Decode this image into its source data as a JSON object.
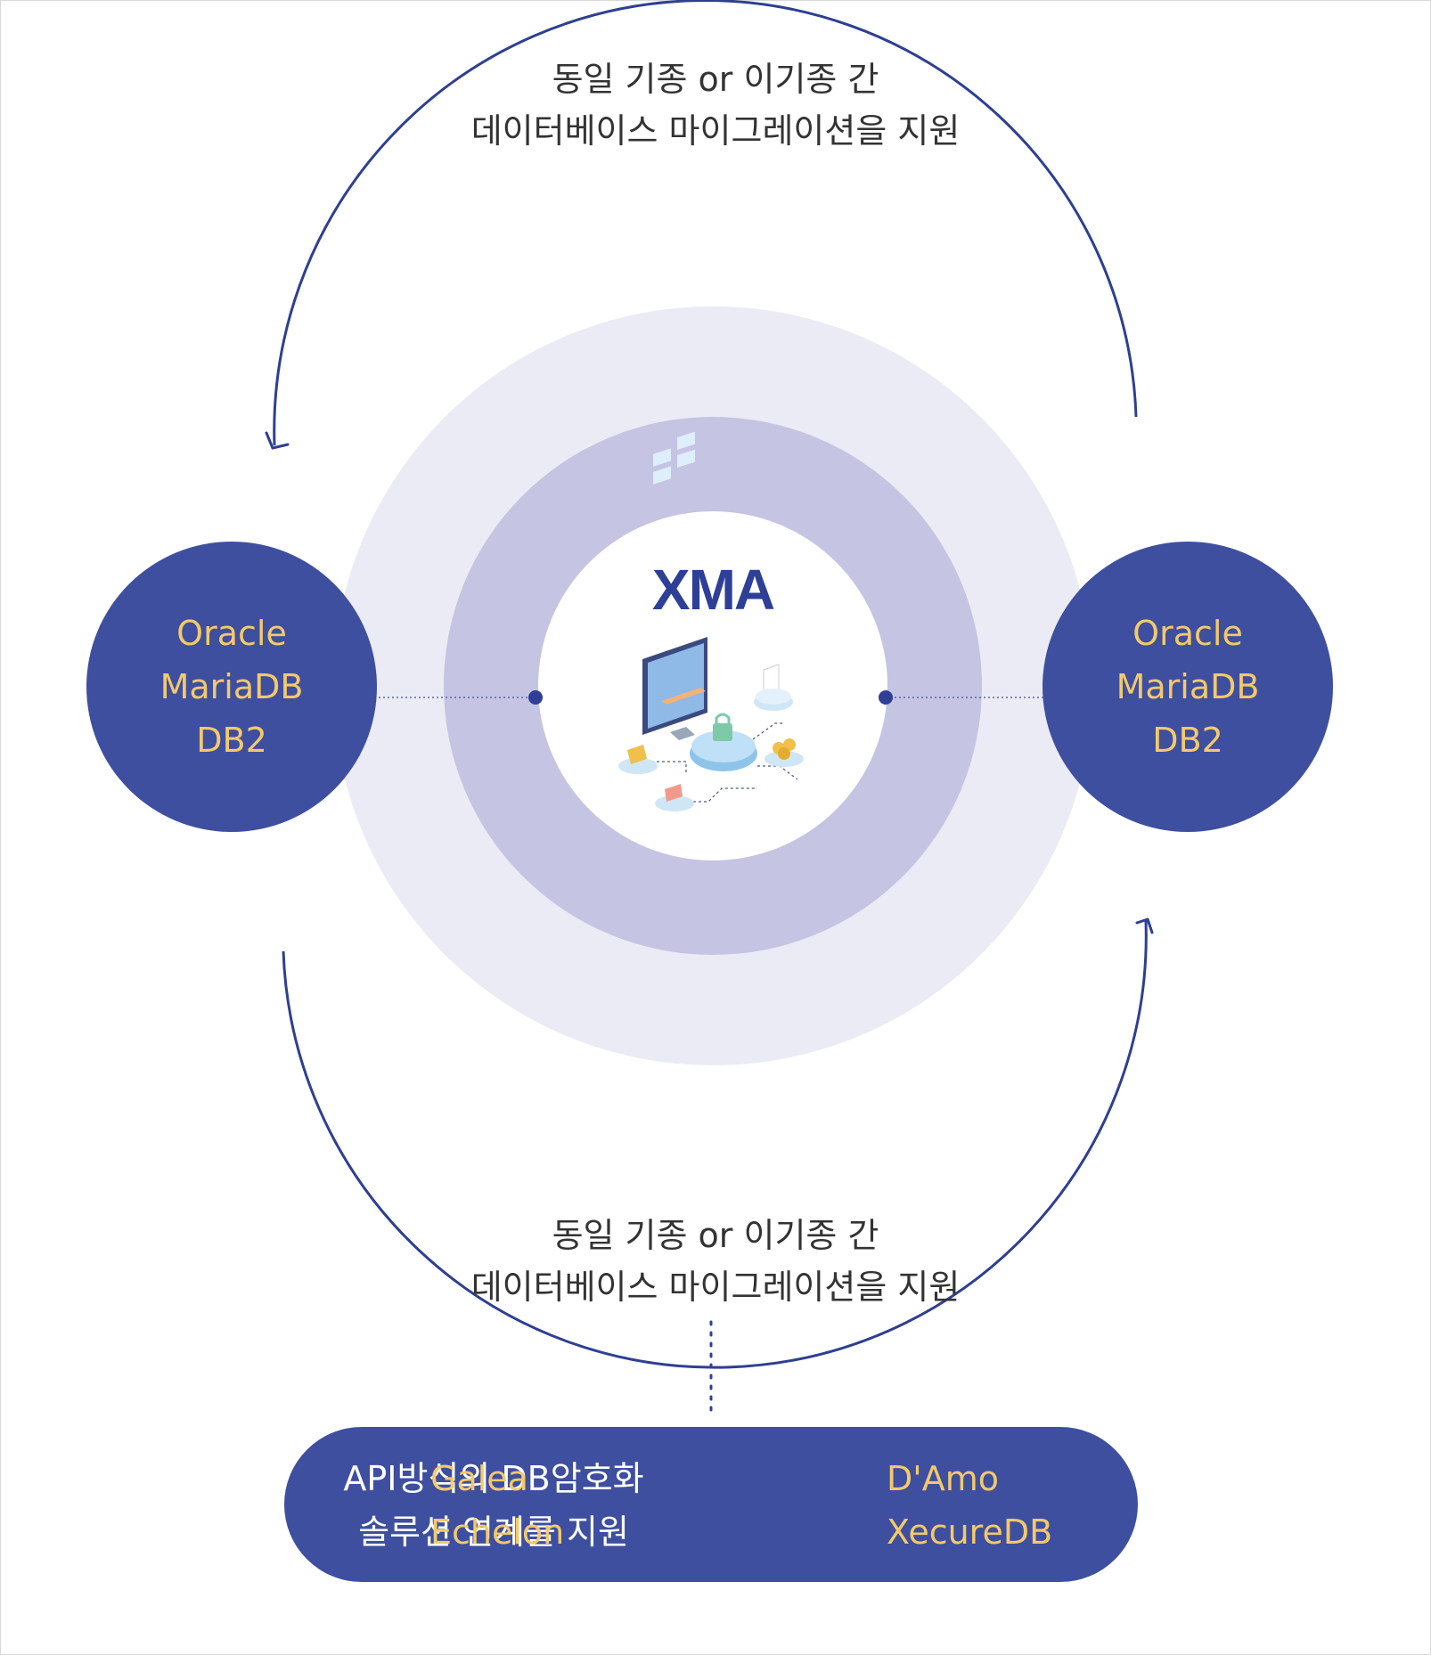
{
  "caption_top": {
    "line1": "동일 기종 or 이기종 간",
    "line2": "데이터베이스 마이그레이션을 지원"
  },
  "caption_bottom": {
    "line1": "동일 기종 or 이기종 간",
    "line2": "데이터베이스 마이그레이션을 지원"
  },
  "center": {
    "title": "XMA"
  },
  "db_left": {
    "items": [
      "Oracle",
      "MariaDB",
      "DB2"
    ]
  },
  "db_right": {
    "items": [
      "Oracle",
      "MariaDB",
      "DB2"
    ]
  },
  "integration": {
    "description_line1": "API방식의 DB암호화",
    "description_line2": "솔루션 연계를 지원",
    "solutions": [
      "Galea",
      "D'Amo",
      "Echelon",
      "XecureDB"
    ]
  },
  "colors": {
    "navy": "#3e4fa0",
    "arrow": "#2e3f92",
    "gold_text": "#f3c96a",
    "ring_outer": "#ebebf5",
    "ring_inner": "#c5c4e2"
  }
}
